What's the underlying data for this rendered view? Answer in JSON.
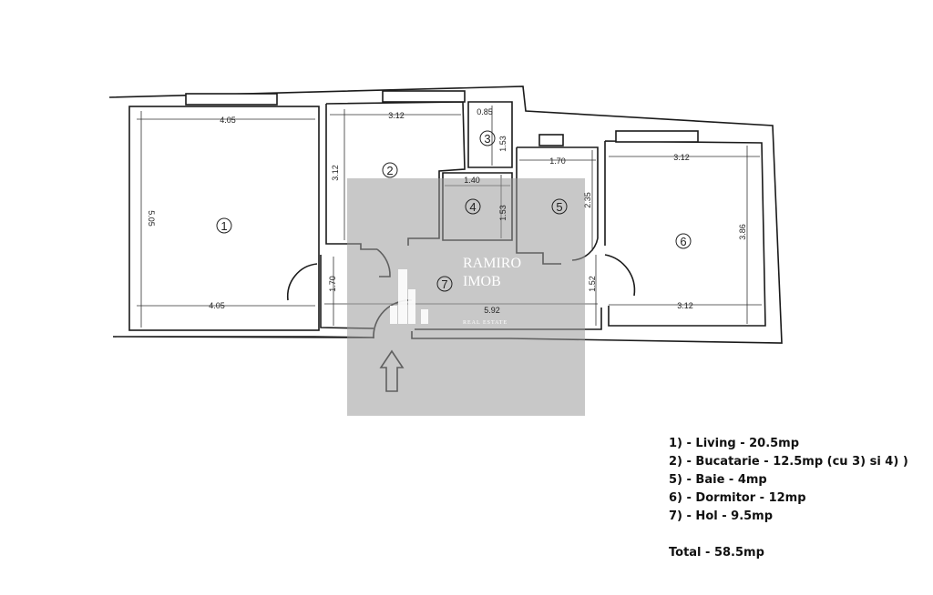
{
  "rooms": [
    {
      "number": "1"
    },
    {
      "number": "2"
    },
    {
      "number": "3"
    },
    {
      "number": "4"
    },
    {
      "number": "5"
    },
    {
      "number": "6"
    },
    {
      "number": "7"
    }
  ],
  "dimensions": {
    "living_top": "4.05",
    "living_bottom": "4.05",
    "living_height": "5.05",
    "kitchen_top": "3.12",
    "kitchen_height": "3.12",
    "room3_width": "0.85",
    "room3_height": "1.53",
    "room4_width": "1.40",
    "room4_height": "1.53",
    "bath_width": "1.70",
    "bath_height": "2.35",
    "bedroom_top": "3.12",
    "bedroom_bottom": "3.12",
    "bedroom_height": "3.86",
    "hall_width": "5.92",
    "hall_left_height": "1.70",
    "hall_right_height": "1.52"
  },
  "watermark": {
    "line1": "RAMIRO",
    "line2": "IMOB",
    "line3": "REAL ESTATE"
  },
  "legend": {
    "items": [
      "1) - Living - 20.5mp",
      "2) - Bucatarie - 12.5mp (cu 3) si 4) )",
      "5) - Baie - 4mp",
      "6) - Dormitor - 12mp",
      "7) - Hol - 9.5mp"
    ],
    "total": "Total - 58.5mp"
  },
  "colors": {
    "wall": "#1a1a1a",
    "watermark_box": "#9a9a9a"
  }
}
